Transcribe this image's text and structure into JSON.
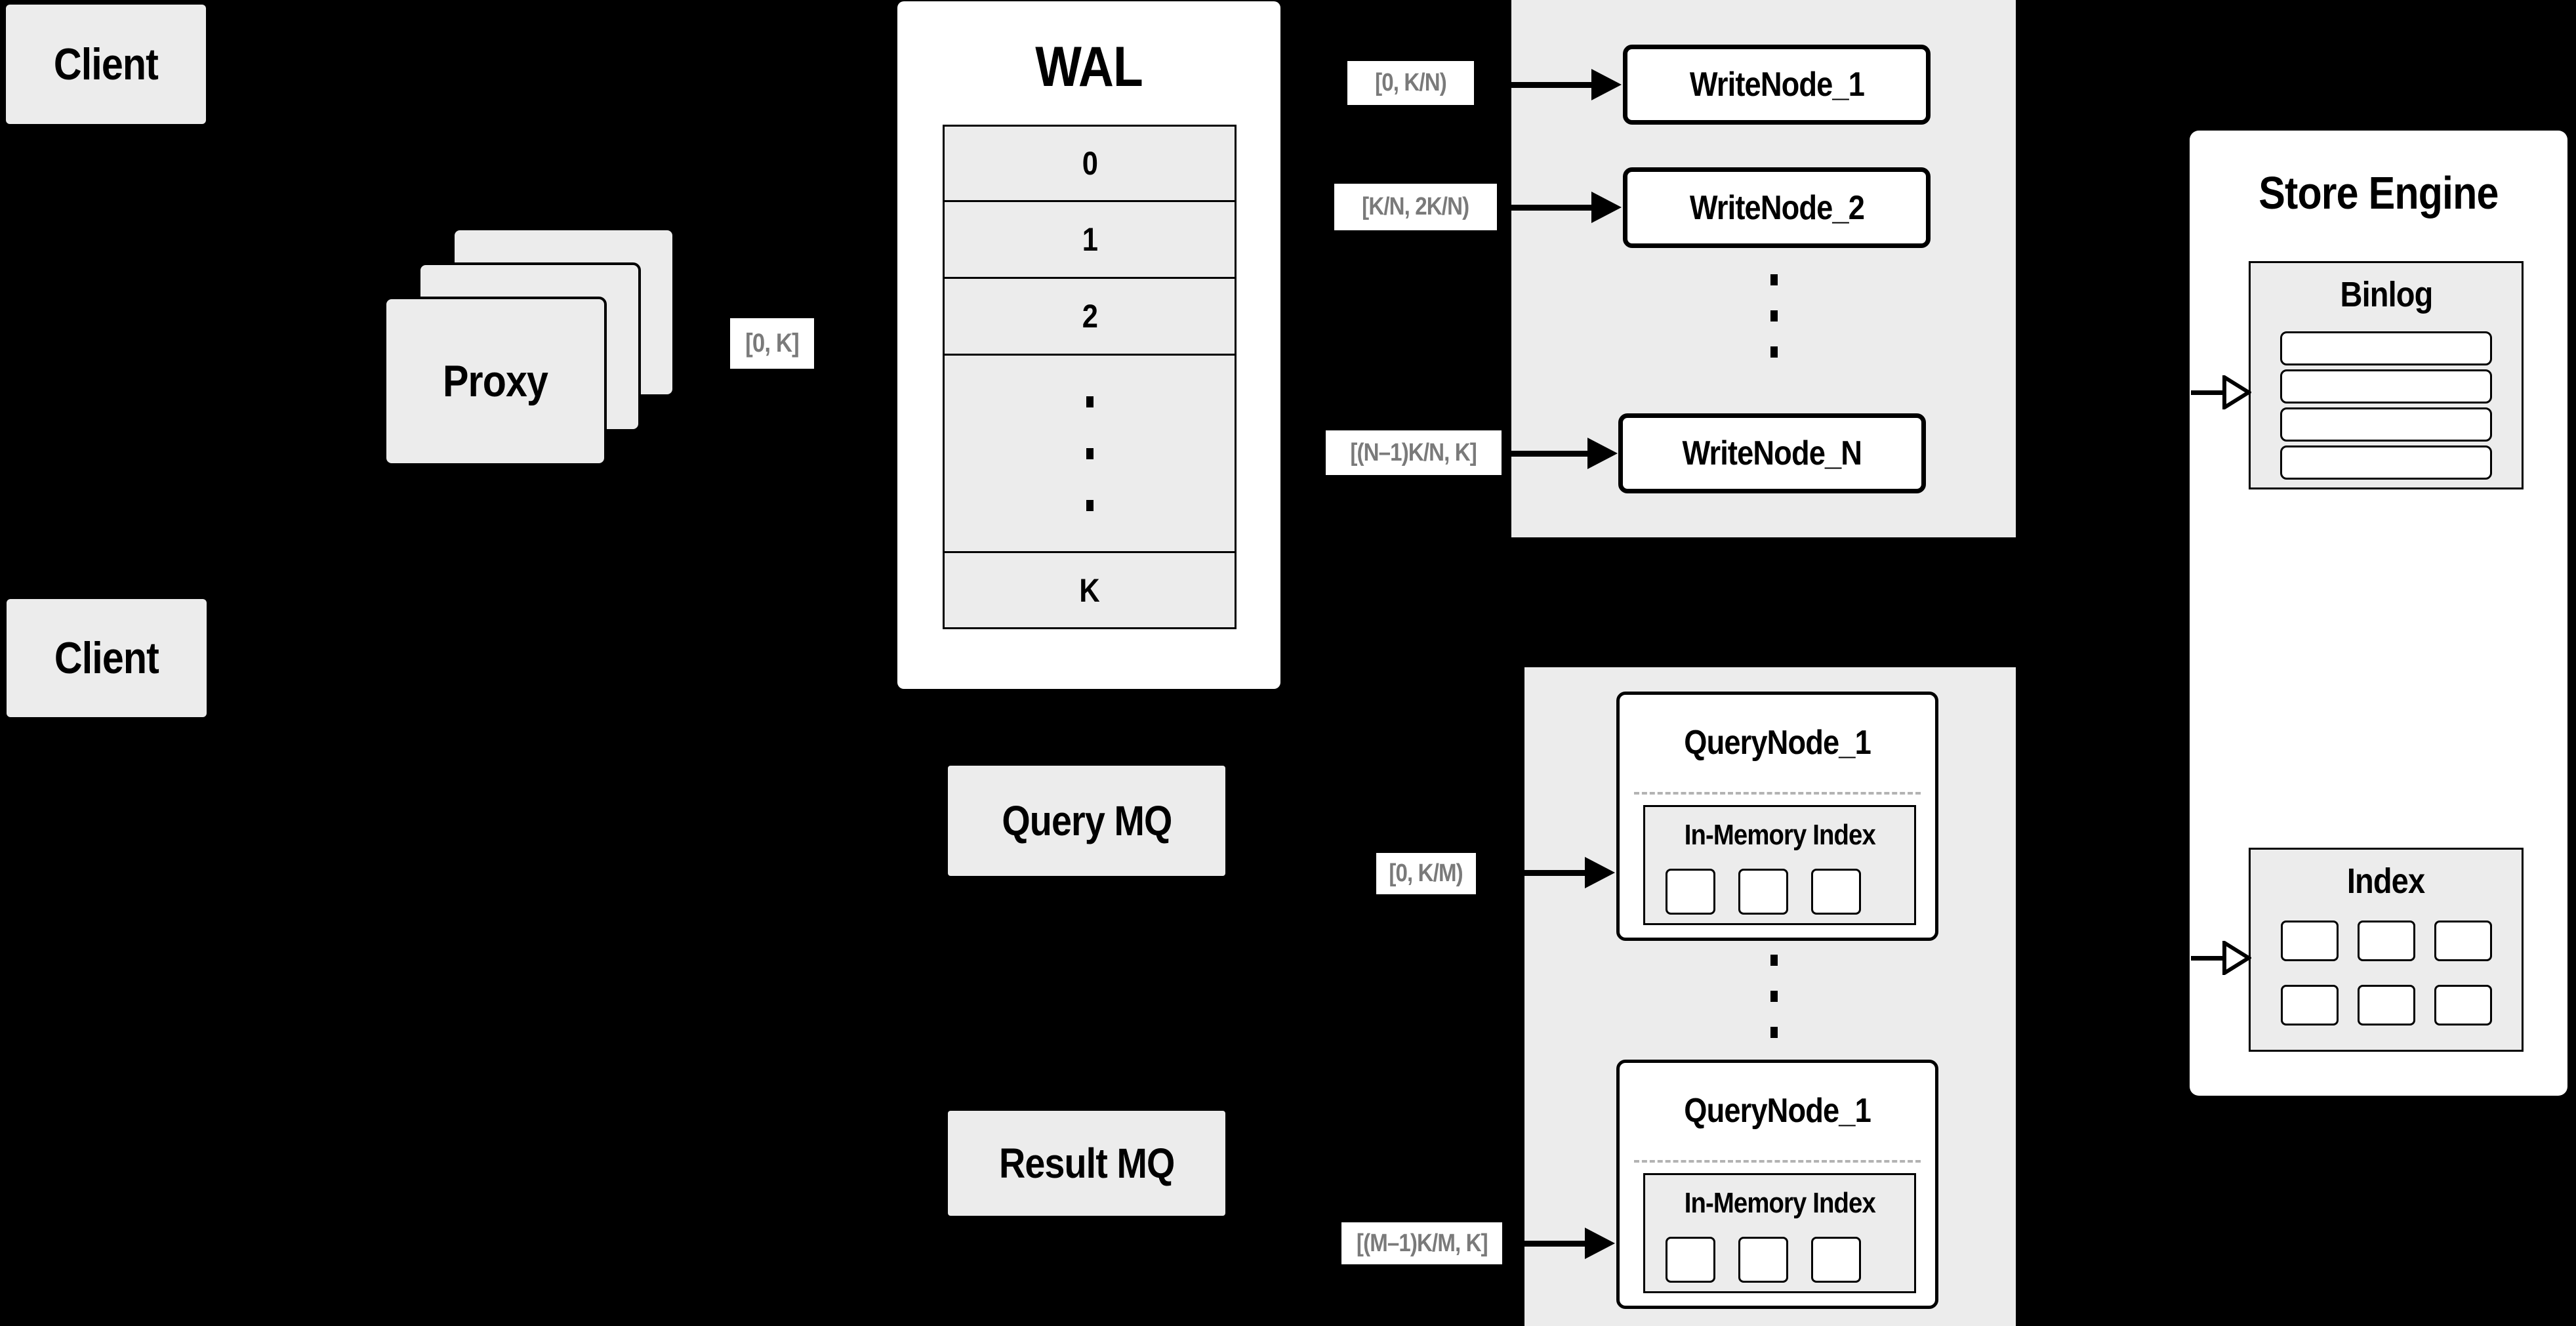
{
  "colors": {
    "background": "#000000",
    "box_fill": "#ececec",
    "white": "#ffffff",
    "border": "#000000",
    "range_text": "#7a7a7a",
    "dashed_divider": "#b3b3b3"
  },
  "client_top": {
    "label": "Client"
  },
  "client_bottom": {
    "label": "Client"
  },
  "proxy": {
    "label": "Proxy"
  },
  "range_labels": {
    "proxy_out": "[0, K]",
    "write_1": "[0, K/N)",
    "write_2": "[K/N, 2K/N)",
    "write_n": "[(N–1)K/N, K]",
    "query_1": "[0, K/M)",
    "query_m": "[(M–1)K/M, K]"
  },
  "wal": {
    "title": "WAL",
    "row_0": "0",
    "row_1": "1",
    "row_2": "2",
    "row_last": "K"
  },
  "write_nodes": {
    "node_1": "WriteNode_1",
    "node_2": "WriteNode_2",
    "node_n": "WriteNode_N"
  },
  "store_engine": {
    "title": "Store Engine",
    "binlog_title": "Binlog",
    "index_title": "Index"
  },
  "queues": {
    "query_mq": "Query MQ",
    "result_mq": "Result MQ"
  },
  "query_nodes": {
    "node_top": {
      "title": "QueryNode_1",
      "index_label": "In-Memory Index"
    },
    "node_bottom": {
      "title": "QueryNode_1",
      "index_label": "In-Memory Index"
    }
  }
}
